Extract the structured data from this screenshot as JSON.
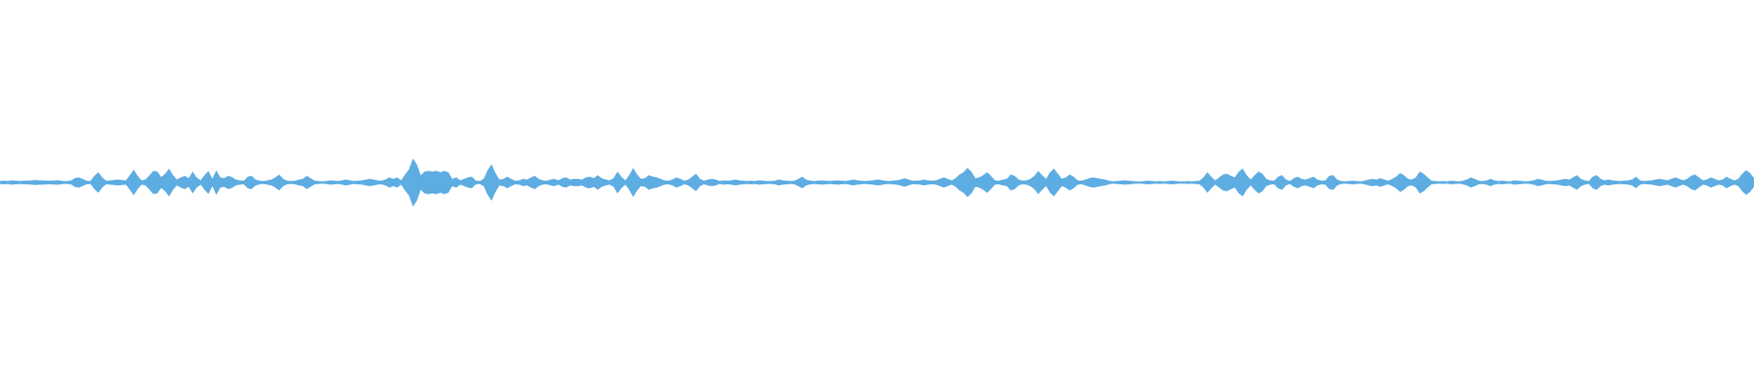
{
  "waveform": {
    "color": "#5DADE2",
    "background": "#FFFFFF",
    "amplitude_envelope": [
      0.04,
      0.05,
      0.04,
      0.06,
      0.05,
      0.04,
      0.05,
      0.05,
      0.06,
      0.07,
      0.06,
      0.06,
      0.05,
      0.05,
      0.06,
      0.06,
      0.04,
      0.04,
      0.05,
      0.12,
      0.14,
      0.1,
      0.05,
      0.04,
      0.18,
      0.28,
      0.14,
      0.05,
      0.06,
      0.07,
      0.08,
      0.07,
      0.06,
      0.2,
      0.35,
      0.18,
      0.06,
      0.08,
      0.2,
      0.32,
      0.3,
      0.15,
      0.24,
      0.38,
      0.2,
      0.08,
      0.14,
      0.18,
      0.12,
      0.3,
      0.14,
      0.06,
      0.2,
      0.32,
      0.1,
      0.34,
      0.14,
      0.12,
      0.18,
      0.15,
      0.08,
      0.06,
      0.05,
      0.16,
      0.18,
      0.08,
      0.05,
      0.04,
      0.06,
      0.08,
      0.14,
      0.22,
      0.1,
      0.05,
      0.04,
      0.05,
      0.08,
      0.1,
      0.18,
      0.12,
      0.05,
      0.04,
      0.03,
      0.04,
      0.06,
      0.05,
      0.04,
      0.06,
      0.08,
      0.06,
      0.04,
      0.05,
      0.06,
      0.08,
      0.1,
      0.08,
      0.06,
      0.05,
      0.08,
      0.14,
      0.1,
      0.14,
      0.06,
      0.22,
      0.36,
      0.66,
      0.5,
      0.2,
      0.3,
      0.32,
      0.3,
      0.32,
      0.28,
      0.32,
      0.28,
      0.1,
      0.14,
      0.06,
      0.1,
      0.14,
      0.16,
      0.05,
      0.04,
      0.1,
      0.34,
      0.5,
      0.26,
      0.08,
      0.1,
      0.16,
      0.1,
      0.05,
      0.06,
      0.1,
      0.08,
      0.14,
      0.18,
      0.1,
      0.06,
      0.05,
      0.08,
      0.1,
      0.06,
      0.12,
      0.14,
      0.08,
      0.1,
      0.1,
      0.08,
      0.14,
      0.16,
      0.12,
      0.2,
      0.12,
      0.08,
      0.06,
      0.12,
      0.3,
      0.16,
      0.06,
      0.2,
      0.4,
      0.22,
      0.1,
      0.12,
      0.2,
      0.16,
      0.14,
      0.1,
      0.06,
      0.05,
      0.08,
      0.14,
      0.1,
      0.05,
      0.08,
      0.16,
      0.24,
      0.1,
      0.05,
      0.08,
      0.1,
      0.08,
      0.04,
      0.06,
      0.05,
      0.06,
      0.08,
      0.06,
      0.05,
      0.04,
      0.05,
      0.04,
      0.06,
      0.05,
      0.04,
      0.04,
      0.05,
      0.08,
      0.06,
      0.05,
      0.04,
      0.05,
      0.1,
      0.16,
      0.08,
      0.05,
      0.04,
      0.05,
      0.06,
      0.05,
      0.04,
      0.05,
      0.06,
      0.05,
      0.04,
      0.06,
      0.08,
      0.06,
      0.05,
      0.04,
      0.05,
      0.06,
      0.08,
      0.07,
      0.05,
      0.04,
      0.05,
      0.06,
      0.08,
      0.12,
      0.08,
      0.05,
      0.05,
      0.06,
      0.08,
      0.06,
      0.05,
      0.06,
      0.1,
      0.14,
      0.1,
      0.06,
      0.12,
      0.22,
      0.28,
      0.4,
      0.3,
      0.12,
      0.14,
      0.2,
      0.28,
      0.18,
      0.06,
      0.05,
      0.08,
      0.1,
      0.22,
      0.18,
      0.08,
      0.05,
      0.06,
      0.1,
      0.18,
      0.32,
      0.2,
      0.1,
      0.28,
      0.38,
      0.24,
      0.1,
      0.14,
      0.22,
      0.16,
      0.06,
      0.05,
      0.08,
      0.12,
      0.14,
      0.12,
      0.1,
      0.08,
      0.05,
      0.03,
      0.04,
      0.05,
      0.06,
      0.05,
      0.04,
      0.03,
      0.03,
      0.04,
      0.05,
      0.04,
      0.03,
      0.04,
      0.03,
      0.04,
      0.05,
      0.04,
      0.03,
      0.03,
      0.04,
      0.03,
      0.04,
      0.05,
      0.14,
      0.28,
      0.16,
      0.06,
      0.14,
      0.22,
      0.24,
      0.18,
      0.14,
      0.3,
      0.38,
      0.2,
      0.08,
      0.2,
      0.3,
      0.24,
      0.1,
      0.06,
      0.05,
      0.16,
      0.2,
      0.08,
      0.04,
      0.12,
      0.16,
      0.1,
      0.08,
      0.12,
      0.16,
      0.08,
      0.05,
      0.06,
      0.18,
      0.2,
      0.08,
      0.04,
      0.03,
      0.04,
      0.05,
      0.04,
      0.03,
      0.05,
      0.08,
      0.1,
      0.08,
      0.12,
      0.08,
      0.05,
      0.1,
      0.16,
      0.26,
      0.2,
      0.1,
      0.08,
      0.14,
      0.3,
      0.24,
      0.14,
      0.05,
      0.04,
      0.03,
      0.04,
      0.03,
      0.05,
      0.04,
      0.03,
      0.05,
      0.08,
      0.14,
      0.1,
      0.05,
      0.04,
      0.06,
      0.1,
      0.06,
      0.04,
      0.05,
      0.04,
      0.03,
      0.06,
      0.05,
      0.04,
      0.03,
      0.04,
      0.06,
      0.1,
      0.08,
      0.05,
      0.04,
      0.05,
      0.06,
      0.08,
      0.1,
      0.08,
      0.14,
      0.2,
      0.1,
      0.06,
      0.04,
      0.16,
      0.2,
      0.1,
      0.06,
      0.08,
      0.06,
      0.05,
      0.04,
      0.05,
      0.06,
      0.08,
      0.16,
      0.06,
      0.04,
      0.05,
      0.06,
      0.08,
      0.1,
      0.08,
      0.06,
      0.1,
      0.14,
      0.1,
      0.06,
      0.1,
      0.18,
      0.22,
      0.14,
      0.06,
      0.08,
      0.14,
      0.1,
      0.06,
      0.08,
      0.16,
      0.1,
      0.06,
      0.1,
      0.24,
      0.34,
      0.26,
      0.12
    ]
  }
}
